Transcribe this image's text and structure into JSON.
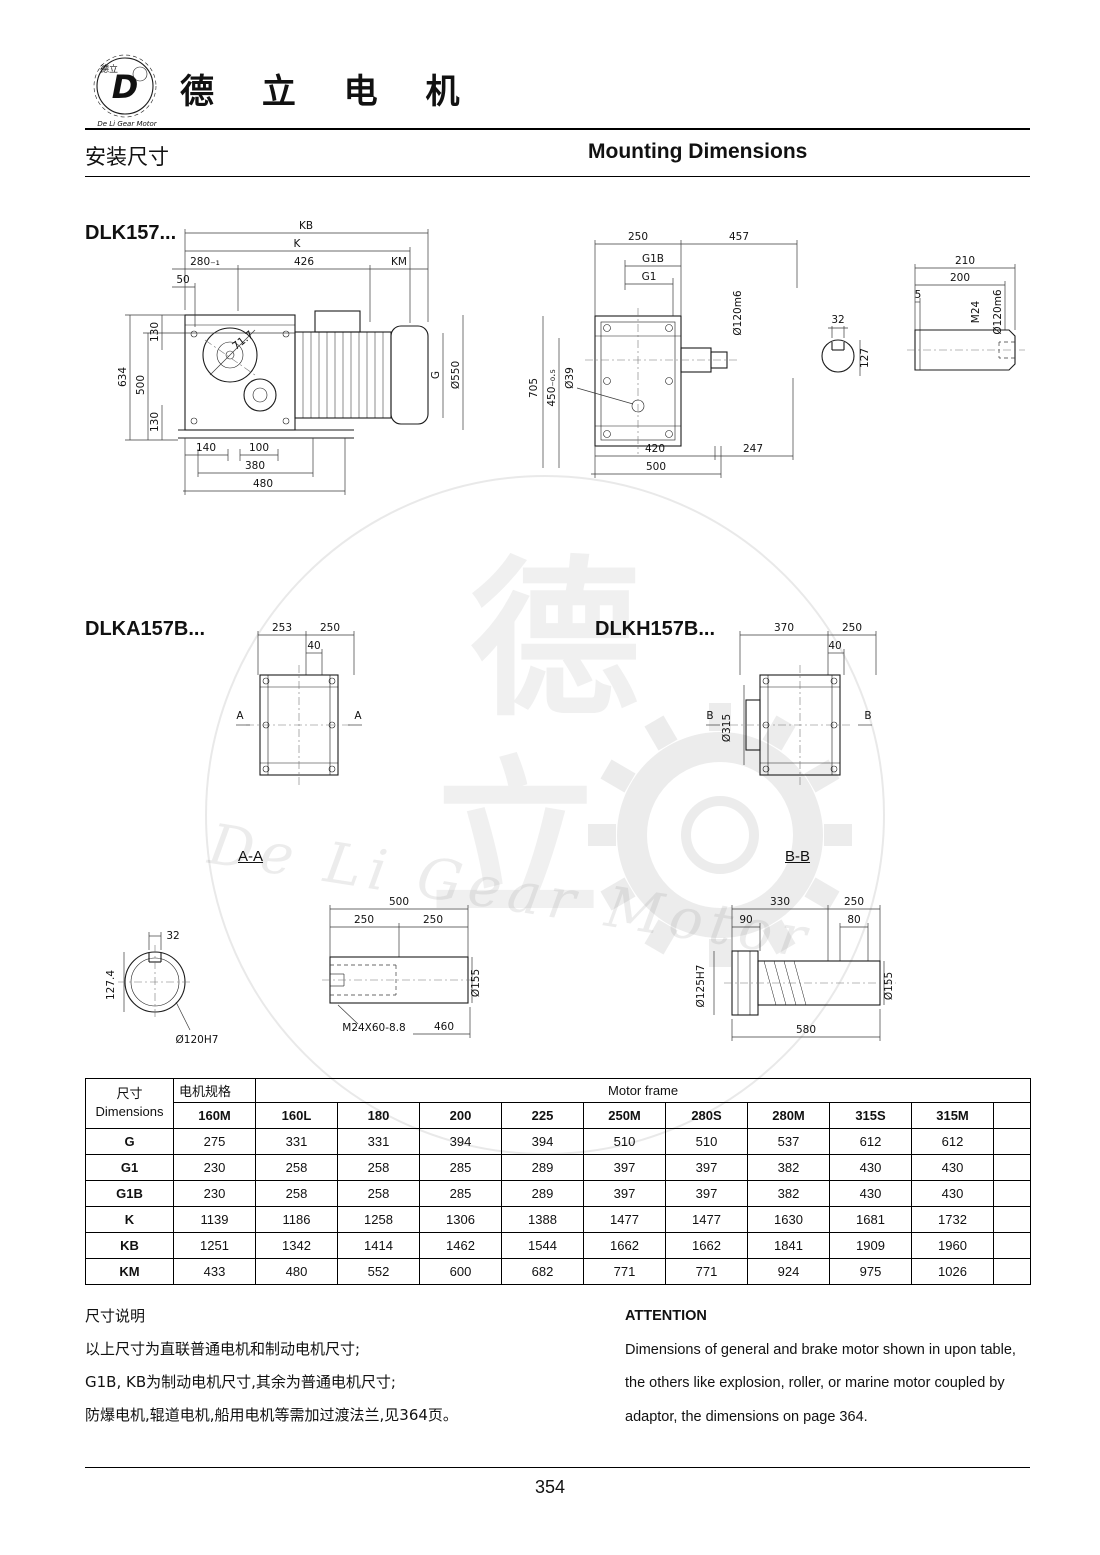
{
  "page": {
    "number": "354"
  },
  "header": {
    "logo": {
      "d": "D",
      "cn": "德立",
      "en": "De Li Gear Motor"
    },
    "company": "德 立 电 机",
    "title_cn": "安装尺寸",
    "title_en": "Mounting Dimensions"
  },
  "watermark": {
    "cn1": "德",
    "cn2": "立",
    "en": "De Li Gear Motor"
  },
  "sections": {
    "dlk157": "DLK157...",
    "dlka157b": "DLKA157B...",
    "dlkh157b": "DLKH157B...",
    "aa": "A-A",
    "bb": "B-B"
  },
  "d1": {
    "kb": "KB",
    "k": "K",
    "l280": "280₋₁",
    "l426": "426",
    "km": "KM",
    "l50": "50",
    "l130t": "130",
    "l634": "634",
    "l500": "500",
    "l130b": "130",
    "ang": "71.7",
    "g": "G",
    "d550": "Ø550",
    "l140": "140",
    "l100": "100",
    "l380": "380",
    "l480": "480"
  },
  "d2": {
    "l250": "250",
    "l457": "457",
    "g1b": "G1B",
    "g1": "G1",
    "d120": "Ø120m6",
    "l705": "705",
    "l450": "450₋₀.₅",
    "d39": "Ø39",
    "l420": "420",
    "l247": "247",
    "l500": "500"
  },
  "d3": {
    "l32": "32",
    "l127": "127"
  },
  "d4": {
    "l210": "210",
    "l200": "200",
    "l5": "5",
    "m24": "M24",
    "d120": "Ø120m6"
  },
  "d5": {
    "l253": "253",
    "l250": "250",
    "l40": "40",
    "a": "A"
  },
  "d6": {
    "l370": "370",
    "l250": "250",
    "l40": "40",
    "d315": "Ø315",
    "b": "B"
  },
  "d7": {
    "l32": "32",
    "l1274": "127.4",
    "d120": "Ø120H7"
  },
  "d8": {
    "l500": "500",
    "l250a": "250",
    "l250b": "250",
    "d155": "Ø155",
    "m24": "M24X60-8.8",
    "l460": "460"
  },
  "d9": {
    "l330": "330",
    "l250": "250",
    "l90": "90",
    "l80": "80",
    "d125": "Ø125H7",
    "d155": "Ø155",
    "l580": "580"
  },
  "table": {
    "dim_cn": "尺寸",
    "dim_en": "Dimensions",
    "spec": "电机规格",
    "frame": "Motor frame",
    "columns": [
      "160M",
      "160L",
      "180",
      "200",
      "225",
      "250M",
      "280S",
      "280M",
      "315S",
      "315M"
    ],
    "rows": [
      {
        "label": "G",
        "values": [
          "275",
          "331",
          "331",
          "394",
          "394",
          "510",
          "510",
          "537",
          "612",
          "612"
        ]
      },
      {
        "label": "G1",
        "values": [
          "230",
          "258",
          "258",
          "285",
          "289",
          "397",
          "397",
          "382",
          "430",
          "430"
        ]
      },
      {
        "label": "G1B",
        "values": [
          "230",
          "258",
          "258",
          "285",
          "289",
          "397",
          "397",
          "382",
          "430",
          "430"
        ]
      },
      {
        "label": "K",
        "values": [
          "1139",
          "1186",
          "1258",
          "1306",
          "1388",
          "1477",
          "1477",
          "1630",
          "1681",
          "1732"
        ]
      },
      {
        "label": "KB",
        "values": [
          "1251",
          "1342",
          "1414",
          "1462",
          "1544",
          "1662",
          "1662",
          "1841",
          "1909",
          "1960"
        ]
      },
      {
        "label": "KM",
        "values": [
          "433",
          "480",
          "552",
          "600",
          "682",
          "771",
          "771",
          "924",
          "975",
          "1026"
        ]
      }
    ]
  },
  "notes": {
    "cn_title": "尺寸说明",
    "cn_lines": [
      "以上尺寸为直联普通电机和制动电机尺寸;",
      "G1B, KB为制动电机尺寸,其余为普通电机尺寸;",
      "防爆电机,辊道电机,船用电机等需加过渡法兰,见364页。"
    ],
    "en_title": "ATTENTION",
    "en_lines": [
      "Dimensions of general and brake motor shown in upon table,",
      "the others like explosion, roller, or marine motor coupled by",
      "adaptor, the dimensions on page 364."
    ]
  }
}
